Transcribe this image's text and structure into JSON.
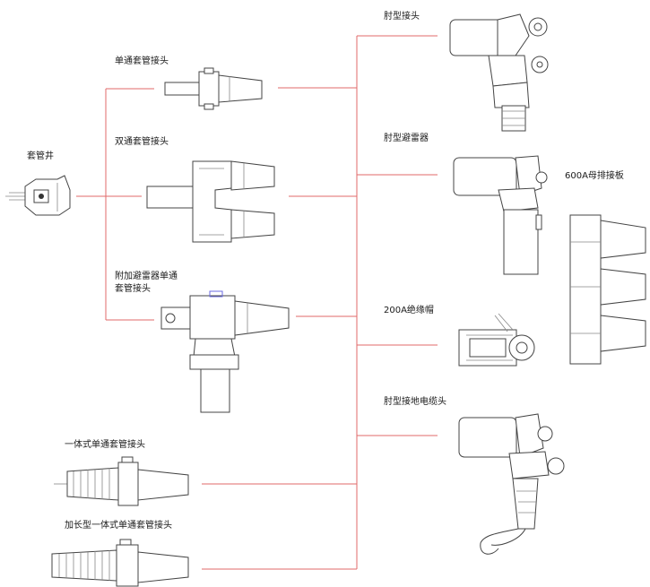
{
  "labels": {
    "bushing_well": "套管井",
    "single_bushing": "单通套管接头",
    "double_bushing": "双通套管接头",
    "arrester_bushing_1": "附加避雷器单通",
    "arrester_bushing_2": "套管接头",
    "integral_bushing": "一体式单通套管接头",
    "extended_integral_bushing": "加长型一体式单通套管接头",
    "elbow_connector": "肘型接头",
    "elbow_arrester": "肘型避雷器",
    "insulating_cap": "200A绝缘帽",
    "elbow_ground": "肘型接地电缆头",
    "busbar_plate": "600A母排接板"
  },
  "colors": {
    "connector_line": "#e06a6a",
    "drawing": "#444444",
    "accent": "#6a6ae0"
  }
}
